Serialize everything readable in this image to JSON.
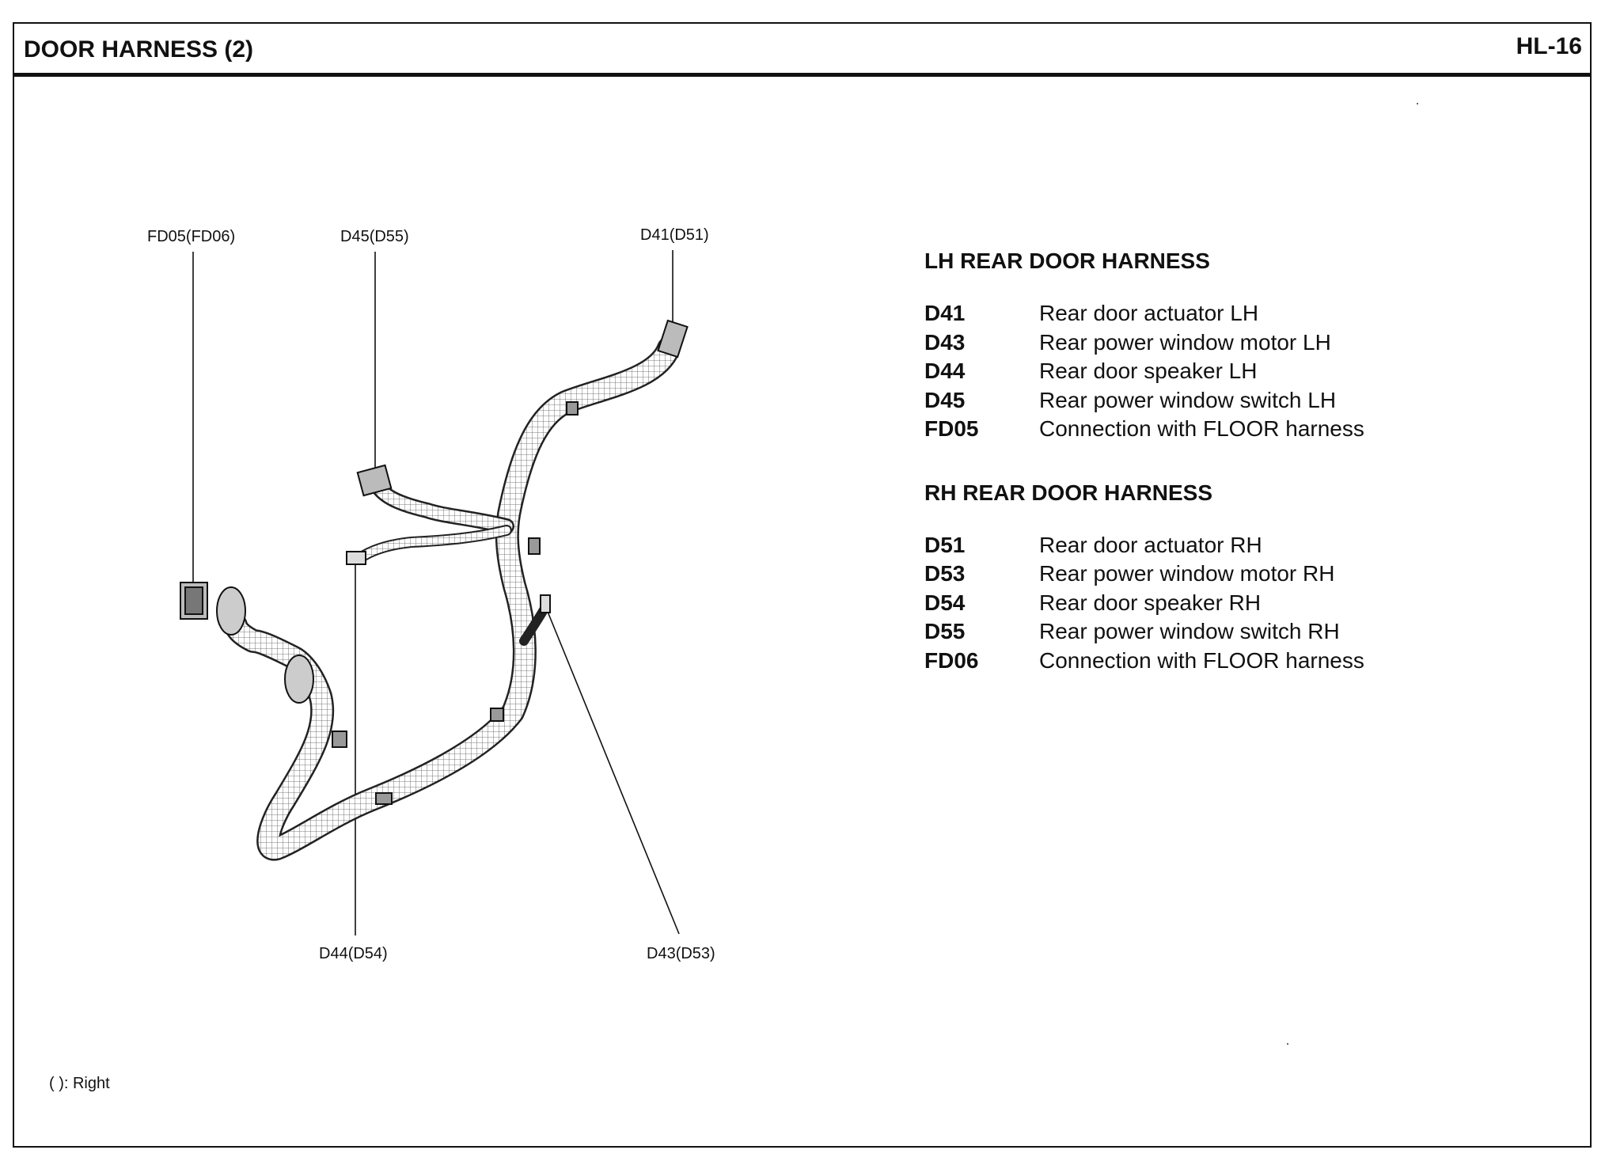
{
  "header": {
    "title": "DOOR HARNESS (2)",
    "page_code": "HL-16"
  },
  "diagram": {
    "labels": {
      "fd05": "FD05(FD06)",
      "d45": "D45(D55)",
      "d41": "D41(D51)",
      "d44": "D44(D54)",
      "d43": "D43(D53)"
    }
  },
  "legend": {
    "lh": {
      "title": "LH REAR DOOR HARNESS",
      "items": [
        {
          "code": "D41",
          "desc": "Rear door actuator LH"
        },
        {
          "code": "D43",
          "desc": "Rear power window motor LH"
        },
        {
          "code": "D44",
          "desc": "Rear door speaker LH"
        },
        {
          "code": "D45",
          "desc": "Rear power window switch LH"
        },
        {
          "code": "FD05",
          "desc": "Connection with FLOOR harness"
        }
      ]
    },
    "rh": {
      "title": "RH REAR DOOR HARNESS",
      "items": [
        {
          "code": "D51",
          "desc": "Rear door actuator RH"
        },
        {
          "code": "D53",
          "desc": "Rear power window motor RH"
        },
        {
          "code": "D54",
          "desc": "Rear door speaker RH"
        },
        {
          "code": "D55",
          "desc": "Rear power window switch RH"
        },
        {
          "code": "FD06",
          "desc": "Connection with FLOOR harness"
        }
      ]
    }
  },
  "footnote": "(   ): Right"
}
